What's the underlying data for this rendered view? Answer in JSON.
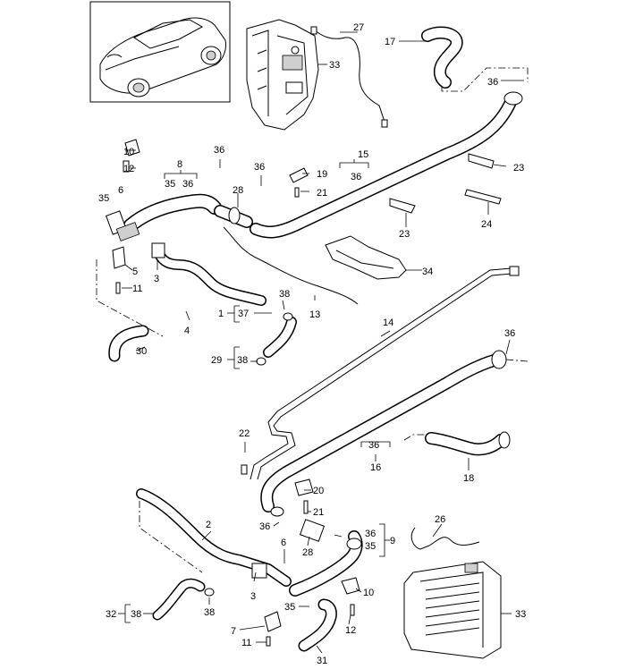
{
  "callouts": {
    "c1": "1",
    "c2": "2",
    "c3a": "3",
    "c3b": "3",
    "c4": "4",
    "c5": "5",
    "c6a": "6",
    "c6b": "6",
    "c7": "7",
    "c8": "8",
    "c9": "9",
    "c10a": "10",
    "c10b": "10",
    "c11a": "11",
    "c11b": "11",
    "c12a": "12",
    "c12b": "12",
    "c13": "13",
    "c14": "14",
    "c15": "15",
    "c16": "16",
    "c17": "17",
    "c18": "18",
    "c19": "19",
    "c20": "20",
    "c21a": "21",
    "c21b": "21",
    "c22": "22",
    "c23a": "23",
    "c23b": "23",
    "c24": "24",
    "c26": "26",
    "c27": "27",
    "c28a": "28",
    "c28b": "28",
    "c29": "29",
    "c30": "30",
    "c31": "31",
    "c32": "32",
    "c33a": "33",
    "c33b": "33",
    "c34": "34",
    "c35a": "35",
    "c35b": "35",
    "c35c": "35",
    "c35d": "35",
    "c36a": "36",
    "c36b": "36",
    "c36c": "36",
    "c36d": "36",
    "c36e": "36",
    "c36f": "36",
    "c36g": "36",
    "c36h": "36",
    "c36i": "36",
    "c37": "37",
    "c38a": "38",
    "c38b": "38",
    "c38c": "38",
    "c38d": "38"
  }
}
